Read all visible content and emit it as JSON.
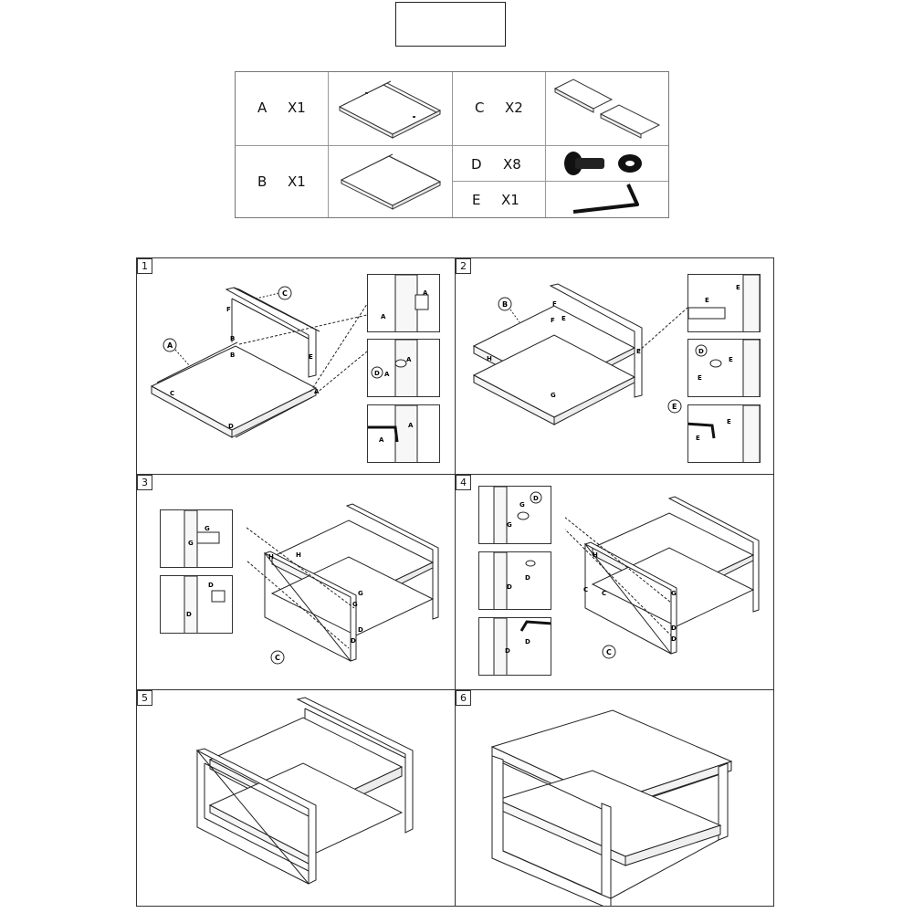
{
  "parts": [
    {
      "letter": "A",
      "qty": "X1"
    },
    {
      "letter": "B",
      "qty": "X1"
    },
    {
      "letter": "C",
      "qty": "X2"
    },
    {
      "letter": "D",
      "qty": "X8"
    },
    {
      "letter": "E",
      "qty": "X1"
    }
  ],
  "steps": [
    "1",
    "2",
    "3",
    "4",
    "5",
    "6"
  ],
  "labels": {
    "A": "A",
    "B": "B",
    "C": "C",
    "D": "D",
    "E": "E",
    "F": "F",
    "G": "G",
    "H": "H"
  },
  "colors": {
    "line": "#222222",
    "panel_fill": "#ffffff",
    "hardware": "#111111"
  },
  "icons": [
    "screw-icon",
    "washer-icon",
    "hex-key-icon"
  ]
}
